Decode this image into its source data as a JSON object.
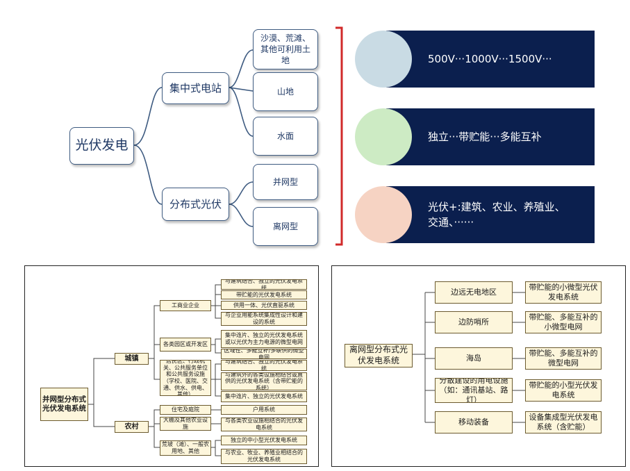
{
  "top": {
    "root": "光伏发电",
    "branches": [
      {
        "label": "集中式电站",
        "leaves": [
          "沙漠、荒滩、其他可利用土地",
          "山地",
          "水面"
        ]
      },
      {
        "label": "分布式光伏",
        "leaves": [
          "并网型",
          "离网型"
        ]
      }
    ],
    "bracket_color": "#d12a2a",
    "bars": [
      {
        "text": "500V···1000V···1500V···",
        "circle_color": "#c9dbe4"
      },
      {
        "text": "独立···带贮能···多能互补",
        "circle_color": "#cdebc4"
      },
      {
        "text": "光伏+:建筑、农业、养殖业、交通、······",
        "circle_color": "#f6d3c3"
      }
    ]
  },
  "grid": {
    "root": "并网型分布式光伏发电系统",
    "cities": "城镇",
    "rural": "农村",
    "city_groups": [
      {
        "label": "工商业企业",
        "items": [
          "与建筑结合、独立的光伏发电系统",
          "带贮能的光伏发电系统",
          "供用一体、光伏直驱系统",
          "与企业用能系统集成性设计和建设的系统"
        ]
      },
      {
        "label": "各类园区或开发区",
        "items": [
          "集中连片、独立的光伏发电系统或以光伏为主力电源的微型电网",
          "区域性、多能互补/多联供的微型电网"
        ]
      },
      {
        "label": "居民区、行政机关、公共服务单位和公共服务设施（学校、医院、交通、供水、供电、其他）",
        "items": [
          "与建筑结合、独立的光伏发电系统",
          "与建筑外的各类设施相结合或直供的光伏发电系统（含带贮能的系统）",
          "集中连片、独立的光伏发电系统"
        ]
      }
    ],
    "rural_groups": [
      {
        "label": "住宅及庭院",
        "items": [
          "户用系统"
        ]
      },
      {
        "label": "大棚及其他农业设施",
        "items": [
          "与各类农业设施相结合的光伏发电系统"
        ]
      },
      {
        "label": "荒坡（滩）、一般农用地、其他",
        "items": [
          "独立的中小型光伏发电系统",
          "与农业、牧业、养殖业相结合的光伏发电系统"
        ]
      }
    ]
  },
  "offgrid": {
    "root": "离网型分布式光伏发电系统",
    "rows": [
      {
        "place": "边远无电地区",
        "system": "带贮能的小微型光伏发电系统"
      },
      {
        "place": "边防哨所",
        "system": "带贮能、多能互补的小微型电网"
      },
      {
        "place": "海岛",
        "system": "带贮能、多能互补的微型电网"
      },
      {
        "place": "分散建设的用电设施（如：通讯基站、路灯）",
        "system": "带贮能的小型光伏发电系统"
      },
      {
        "place": "移动装备",
        "system": "设备集成型光伏发电系统（含贮能）"
      }
    ]
  }
}
